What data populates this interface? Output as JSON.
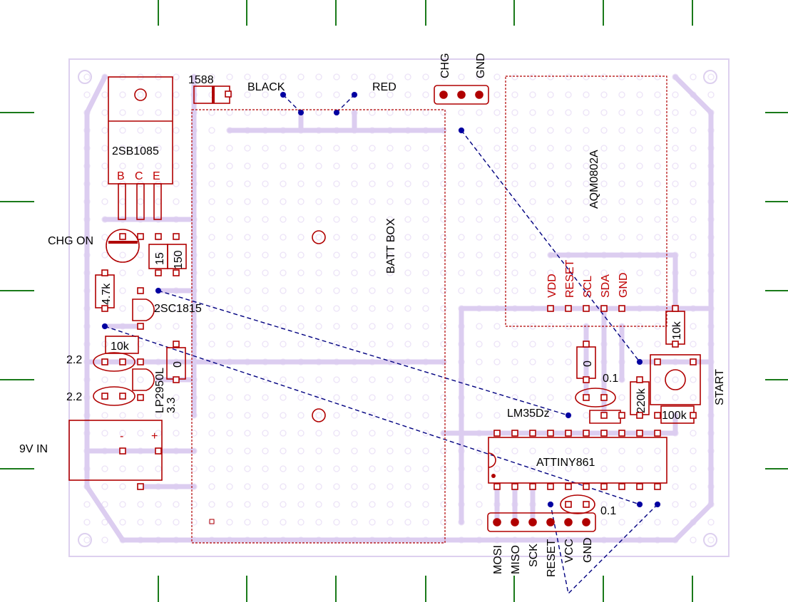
{
  "colors": {
    "board_outline": "#ddd0ef",
    "trace": "#d8c8ee",
    "grid_hole": "#eae0f6",
    "component": "#b00000",
    "wire_dashed": "#000080",
    "marker": "#1a7a1a"
  },
  "labels": {
    "regulator_transistor": "2SB1085",
    "pin_b": "B",
    "pin_c": "C",
    "pin_e": "E",
    "diode": "1588",
    "black": "BLACK",
    "red": "RED",
    "chg_header": "CHG",
    "gnd_header": "GND",
    "lcd": "AQM0802A",
    "batt_box": "BATT BOX",
    "chg_on": "CHG ON",
    "r15": "15",
    "r150": "150",
    "r4k7": "4.7k",
    "q2sc1815": "2SC1815",
    "r10k_left": "10k",
    "c22_top": "2.2",
    "c22_bottom": "2.2",
    "ldo": "LP2950L",
    "ldo_voltage": "3.3",
    "r0_left": "0",
    "vin": "9V IN",
    "vin_minus": "-",
    "vin_plus": "+",
    "lcd_vdd": "VDD",
    "lcd_reset": "RESET",
    "lcd_scl": "SCL",
    "lcd_sda": "SDA",
    "lcd_gnd": "GND",
    "r10k_right": "10k",
    "r0_right": "0",
    "cap_01_top": "0.1",
    "r220k": "220k",
    "start": "START",
    "r100k": "100k",
    "temp_sensor": "LM35Dz",
    "mcu": "ATTINY861",
    "cap_01_bottom": "0.1",
    "isp_mosi": "MOSI",
    "isp_miso": "MISO",
    "isp_sck": "SCK",
    "isp_reset": "RESET",
    "isp_vcc": "VCC",
    "isp_gnd": "GND"
  }
}
